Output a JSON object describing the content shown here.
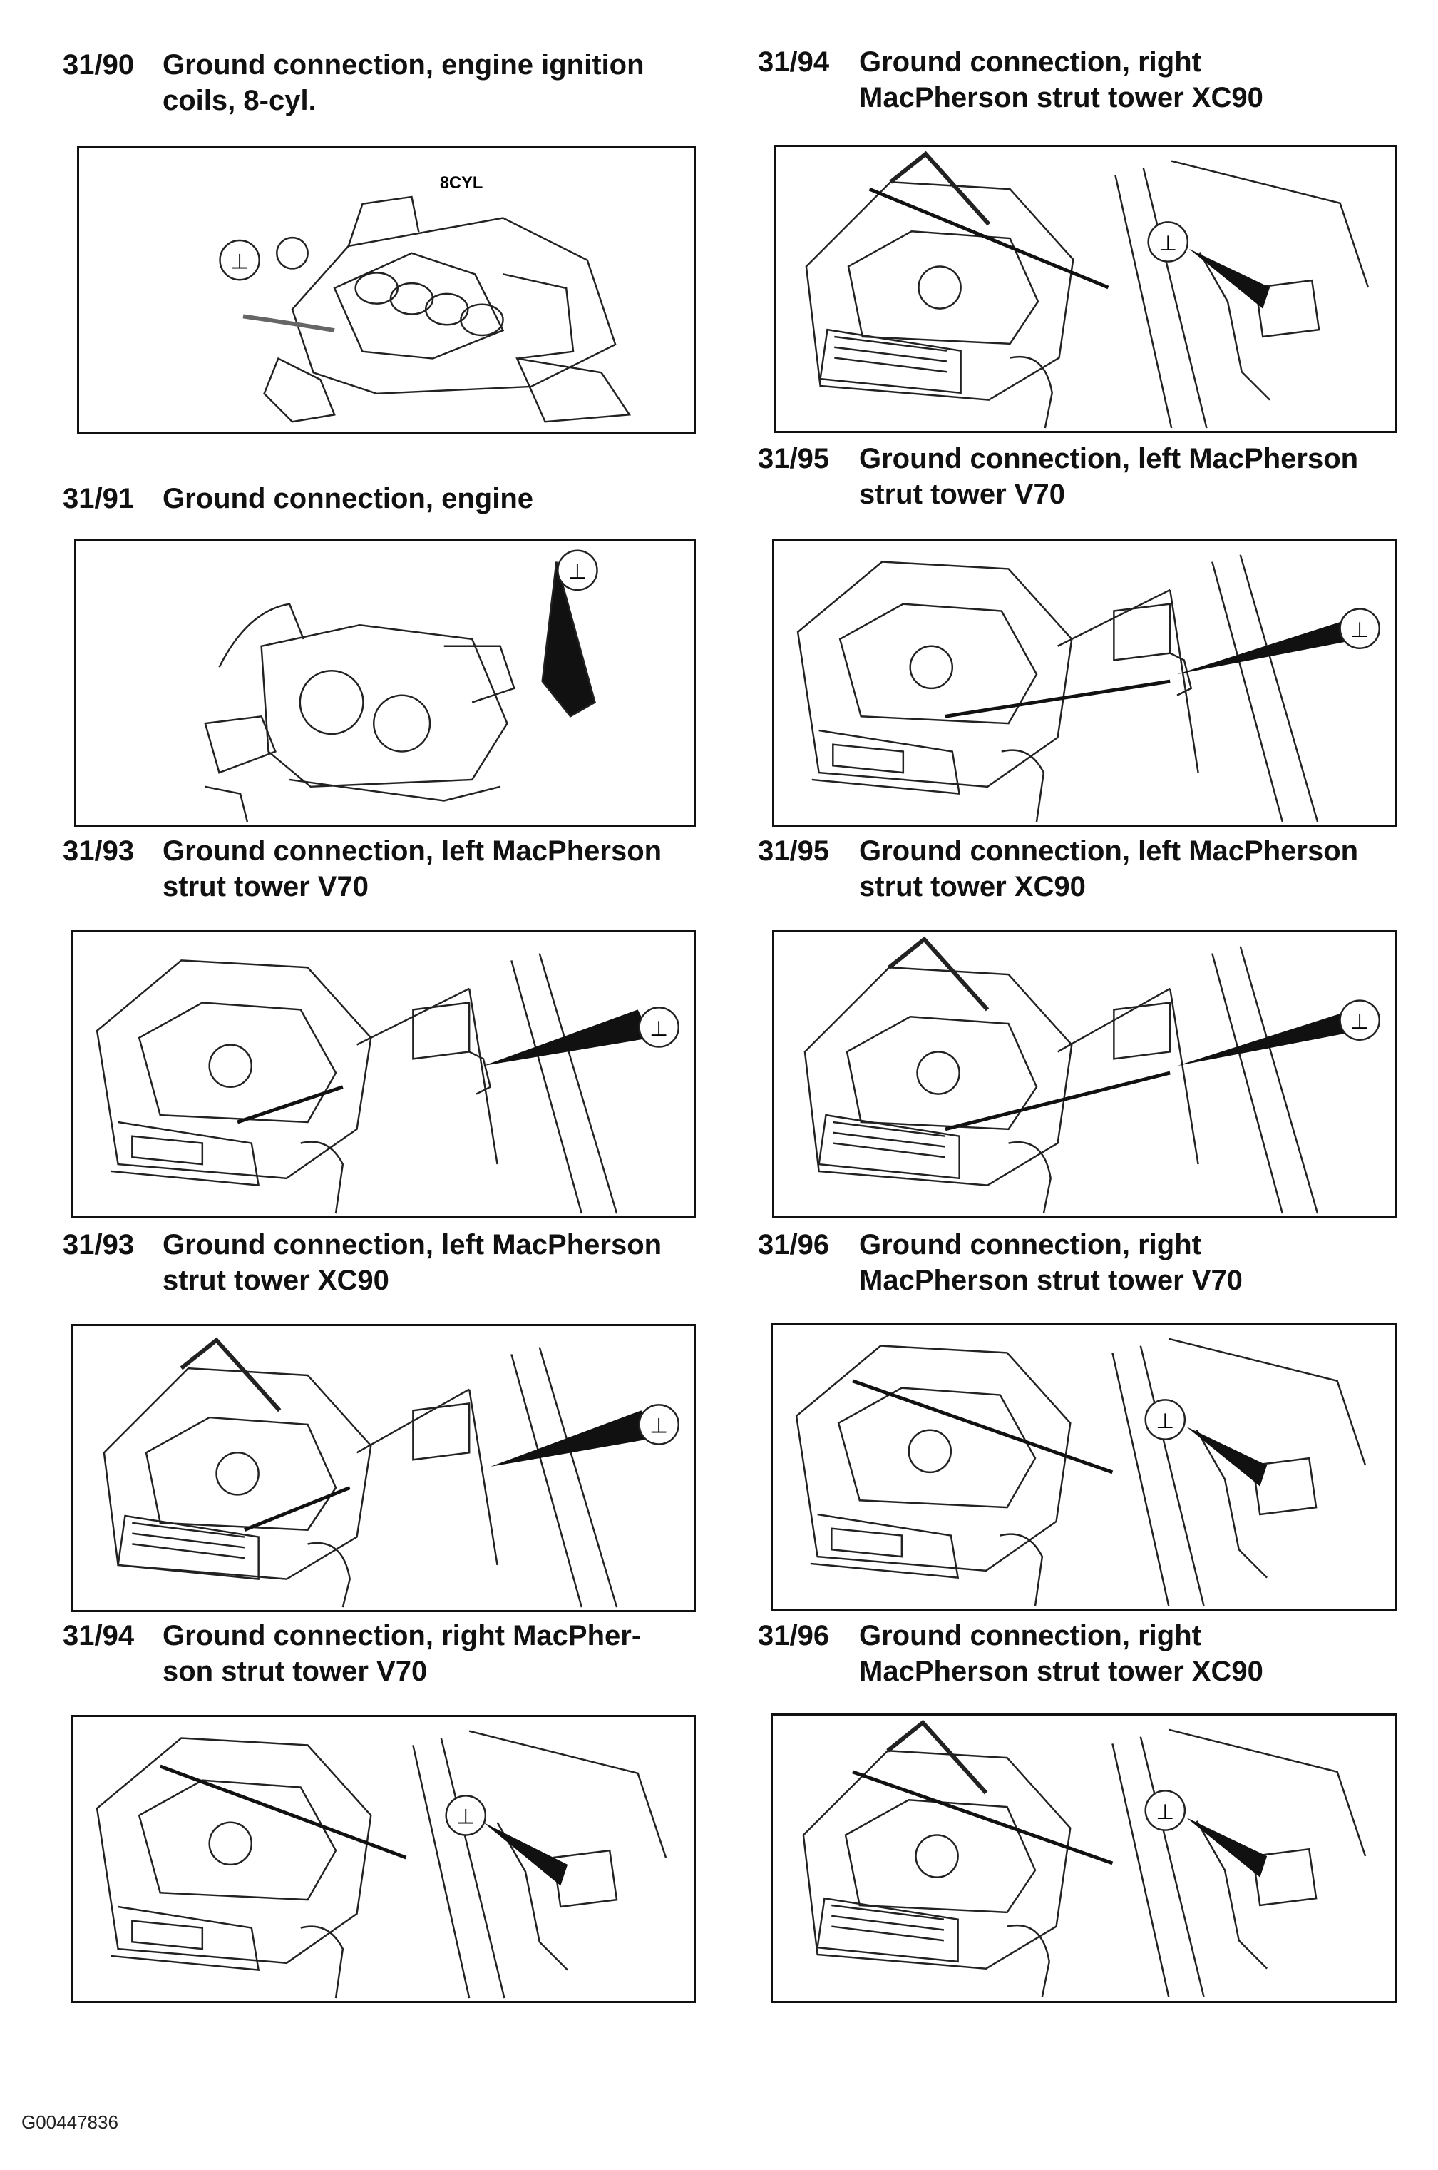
{
  "panels": [
    {
      "number": "31/90",
      "line1": "Ground connection, engine ignition",
      "line2": "coils, 8-cyl.",
      "label": "8CYL"
    },
    {
      "number": "31/91",
      "line1": "Ground connection, engine",
      "line2": ""
    },
    {
      "number": "31/93",
      "line1": "Ground connection, left MacPherson",
      "line2": "strut tower V70"
    },
    {
      "number": "31/93",
      "line1": "Ground connection, left MacPherson",
      "line2": "strut tower XC90"
    },
    {
      "number": "31/94",
      "line1": "Ground connection, right MacPher-",
      "line2": "son strut tower V70"
    },
    {
      "number": "31/94",
      "line1": "Ground connection, right",
      "line2": "MacPherson strut tower XC90"
    },
    {
      "number": "31/95",
      "line1": "Ground connection, left MacPherson",
      "line2": "strut tower V70"
    },
    {
      "number": "31/95",
      "line1": "Ground connection, left MacPherson",
      "line2": "strut tower XC90"
    },
    {
      "number": "31/96",
      "line1": "Ground connection, right",
      "line2": "MacPherson strut tower V70"
    },
    {
      "number": "31/96",
      "line1": "Ground connection, right",
      "line2": "MacPherson strut tower XC90"
    }
  ],
  "ground_symbol": "⊥",
  "footer_code": "G00447836"
}
